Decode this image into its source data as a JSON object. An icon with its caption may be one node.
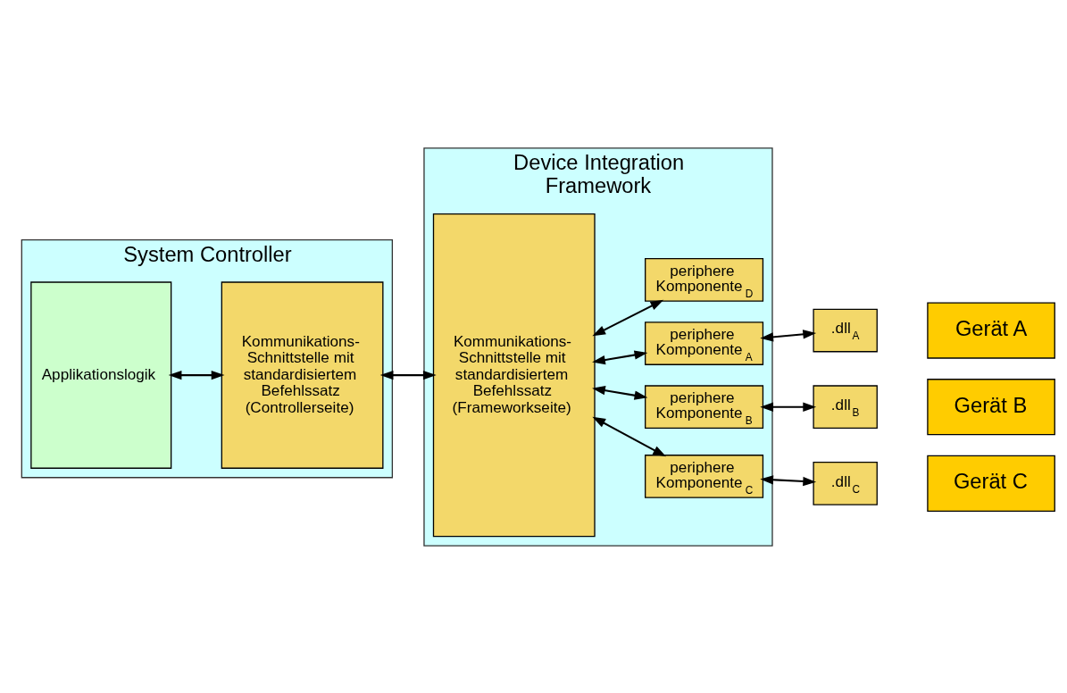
{
  "diagram": {
    "nodes": [
      {
        "text": [
          "System Controller"
        ]
      },
      {
        "text": [
          "Applikationslogik"
        ],
        "in": 0
      },
      {
        "text": [
          "Kommunikations- Schnittstelle mit standardisiertem Befehlssatz (Controllerseite)"
        ],
        "in": 0
      },
      {
        "text": [
          "Device Integration Framework"
        ]
      },
      {
        "text": [
          "Kommunikations- Schnittstelle mit standardisiertem Befehlssatz (Frameworkseite)"
        ],
        "in": 3
      },
      {
        "text": [
          "periphere Komponente$_{A}$"
        ],
        "in": 3
      },
      {
        "text": [
          "periphere Komponente$_{B}$"
        ],
        "in": 3
      },
      {
        "text": [
          "periphere Komponente$_{C}$"
        ],
        "in": 3
      },
      {
        "text": [
          "periphere Komponente$_{D}$"
        ],
        "in": 3
      },
      {
        "text": [
          ".dll$_{A}$"
        ]
      },
      {
        "text": [
          "Gerät A"
        ]
      },
      {
        "text": [
          ".dll$_{B}$"
        ]
      },
      {
        "text": [
          "Gerät B"
        ]
      },
      {
        "text": [
          ".dll$_{C}$"
        ]
      },
      {
        "text": [
          "Gerät C"
        ]
      }
    ],
    "edges": [
      {
        "from": 1,
        "to": 2,
        "arrow": "both"
      },
      {
        "from": 2,
        "to": 4,
        "arrow": "both"
      },
      {
        "from": 4,
        "to": 5,
        "arrow": "both"
      },
      {
        "from": 4,
        "to": 6,
        "arrow": "both"
      },
      {
        "from": 4,
        "to": 7,
        "arrow": "both"
      },
      {
        "from": 4,
        "to": 8,
        "arrow": "both"
      },
      {
        "from": 5,
        "to": 9,
        "arrow": "both"
      },
      {
        "from": 6,
        "to": 11,
        "arrow": "both"
      },
      {
        "from": 7,
        "to": 13,
        "arrow": "both"
      }
    ]
  }
}
